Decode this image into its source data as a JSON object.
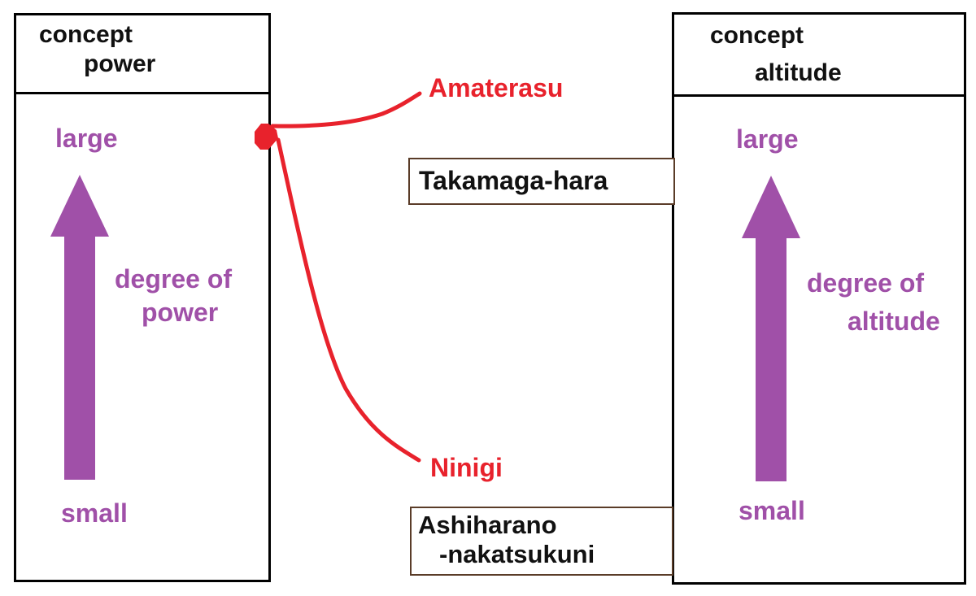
{
  "left_panel": {
    "title_line1": "concept",
    "title_line2": "power",
    "top_label": "large",
    "bottom_label": "small",
    "axis_label_line1": "degree of",
    "axis_label_line2": "power"
  },
  "right_panel": {
    "title_line1": "concept",
    "title_line2": "altitude",
    "top_label": "large",
    "bottom_label": "small",
    "axis_label_line1": "degree of",
    "axis_label_line2": "altitude"
  },
  "deities": {
    "upper": "Amaterasu",
    "lower": "Ninigi"
  },
  "places": {
    "upper": "Takamaga-hara",
    "lower_line1": "Ashiharano",
    "lower_line2": "-nakatsukuni"
  },
  "colors": {
    "arrow": "#a050a8",
    "deity_link": "#e8222c",
    "text_purple": "#a050a8",
    "place_border": "#5a3c28"
  },
  "icons": {
    "arrow": "up-arrow-icon",
    "node": "hexagon-node-icon"
  }
}
